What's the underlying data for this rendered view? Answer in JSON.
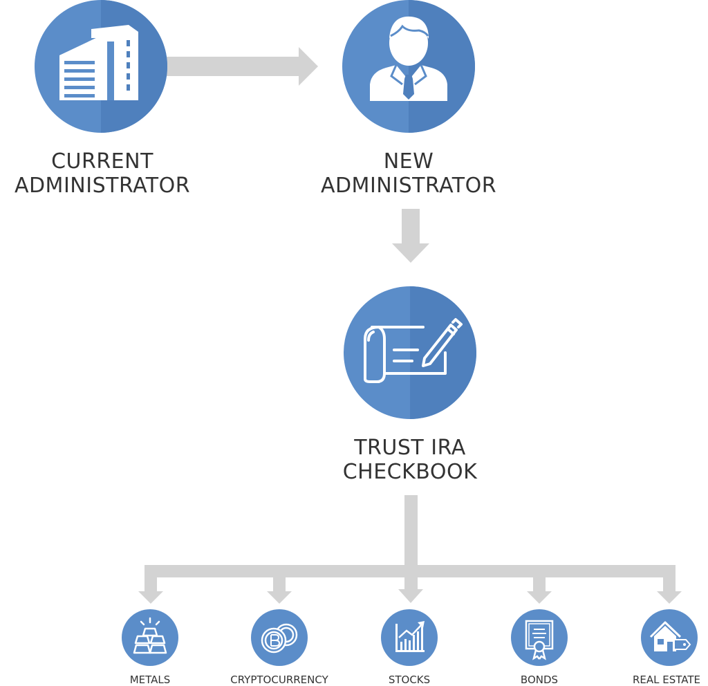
{
  "colors": {
    "circle": "#5b8dc9",
    "circle_shade": "#4f80bd",
    "arrow": "#d3d3d3",
    "icon": "#ffffff",
    "text": "#333333"
  },
  "nodes": {
    "current_administrator": {
      "line1": "CURRENT",
      "line2": "ADMINISTRATOR",
      "icon": "building-icon"
    },
    "new_administrator": {
      "line1": "NEW",
      "line2": "ADMINISTRATOR",
      "icon": "businessman-icon"
    },
    "trust_ira_checkbook": {
      "line1": "TRUST IRA",
      "line2": "CHECKBOOK",
      "icon": "checkbook-icon"
    }
  },
  "assets": [
    {
      "label": "METALS",
      "icon": "gold-bars-icon"
    },
    {
      "label": "CRYPTOCURRENCY",
      "icon": "coins-icon"
    },
    {
      "label": "STOCKS",
      "icon": "stock-chart-icon"
    },
    {
      "label": "BONDS",
      "icon": "certificate-icon"
    },
    {
      "label": "REAL ESTATE",
      "icon": "house-icon"
    }
  ]
}
